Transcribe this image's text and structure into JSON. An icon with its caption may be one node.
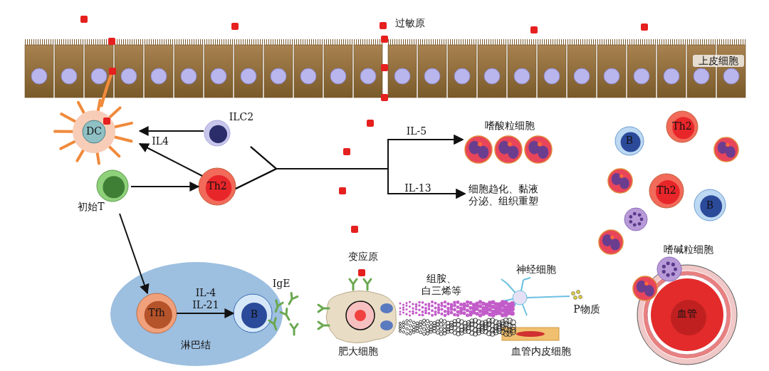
{
  "diagram": {
    "nodes": [
      {
        "text": [
          "上皮细胞"
        ]
      },
      {
        "text": [
          "DC"
        ]
      },
      {
        "text": [
          "ILC2"
        ]
      },
      {
        "text": [
          "初始T"
        ]
      },
      {
        "text": [
          "Th2"
        ]
      },
      {
        "text": [
          "嗜酸粒细胞"
        ]
      },
      {
        "text": [
          "细胞趋化、黏液分泌、组织重塑"
        ]
      },
      {
        "text": [
          "Th2"
        ]
      },
      {
        "text": [
          "B"
        ]
      },
      {
        "text": [
          "Th2"
        ]
      },
      {
        "text": [
          "B"
        ]
      },
      {
        "text": [
          "淋巴结"
        ]
      },
      {
        "text": [
          "Tfh"
        ],
        "in": 11
      },
      {
        "text": [
          "B"
        ],
        "in": 11
      },
      {
        "text": [
          "肥大细胞"
        ]
      },
      {
        "text": [
          "神经细胞"
        ]
      },
      {
        "text": [
          "血管内皮细胞"
        ]
      },
      {
        "text": [
          "血管"
        ]
      }
    ],
    "edges": [
      {
        "from": 2,
        "to": 1,
        "arrow": "to"
      },
      {
        "from": 4,
        "to": 1,
        "arrow": "to",
        "label": "IL4"
      },
      {
        "from": 3,
        "to": 4,
        "arrow": "to"
      },
      {
        "from": 3,
        "to": 12,
        "arrow": "to"
      },
      {
        "from": 2,
        "to": 5,
        "arrow": "to",
        "label": "IL-5"
      },
      {
        "from": 4,
        "to": 5,
        "arrow": "to"
      },
      {
        "from": 2,
        "to": 6,
        "arrow": "to",
        "label": "IL-13"
      },
      {
        "from": 4,
        "to": 6,
        "arrow": "to"
      },
      {
        "from": 12,
        "to": 13,
        "arrow": "to",
        "label": "IL-4 IL-21"
      }
    ],
    "labels": [
      "过敏原",
      "嗜碱粒细胞",
      "变应原",
      "组胺、白三烯等",
      "IgE",
      "P物质"
    ]
  }
}
